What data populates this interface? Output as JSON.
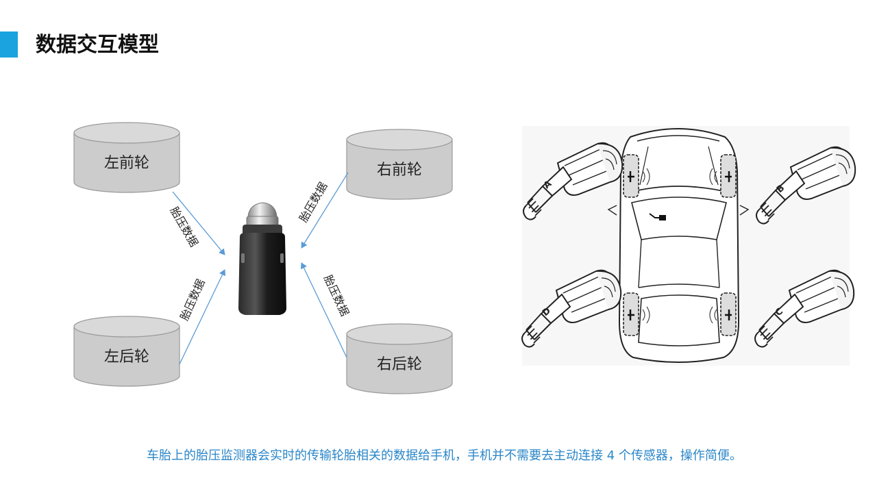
{
  "page": {
    "title": "数据交互模型",
    "accent_color": "#1aa3de"
  },
  "diagram": {
    "nodes": [
      {
        "id": "front_left",
        "label": "左前轮"
      },
      {
        "id": "front_right",
        "label": "右前轮"
      },
      {
        "id": "rear_left",
        "label": "左后轮"
      },
      {
        "id": "rear_right",
        "label": "右后轮"
      }
    ],
    "hub": {
      "id": "receiver",
      "icon": "car-charger-receiver"
    },
    "flows": [
      {
        "from": "front_left",
        "to": "receiver",
        "label": "胎压数据"
      },
      {
        "from": "rear_left",
        "to": "receiver",
        "label": "胎压数据"
      },
      {
        "from": "front_right",
        "to": "receiver",
        "label": "胎压数据"
      },
      {
        "from": "rear_right",
        "to": "receiver",
        "label": "胎压数据"
      }
    ],
    "arrow_color": "#5b9bd5"
  },
  "illustration": {
    "icon": "car-top-view-with-tpms-sensors",
    "sensor_letters": [
      "A",
      "B",
      "C",
      "D"
    ]
  },
  "caption": "车胎上的胎压监测器会实时的传输轮胎相关的数据给手机，手机并不需要去主动连接 4 个传感器，操作简便。"
}
